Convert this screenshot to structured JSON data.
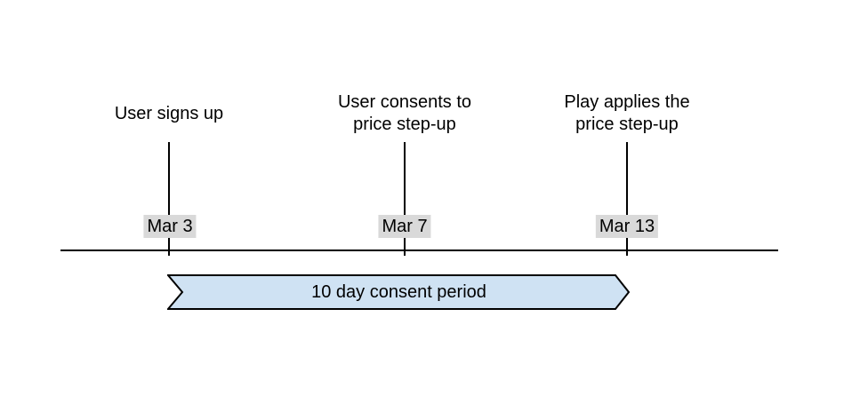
{
  "diagram": {
    "type": "timeline",
    "events": [
      {
        "label": "User signs up",
        "date": "Mar 3"
      },
      {
        "label": "User consents to\nprice step-up",
        "date": "Mar 7"
      },
      {
        "label": "Play applies the\nprice step-up",
        "date": "Mar 13"
      }
    ],
    "period_banner": {
      "label": "10 day consent period"
    },
    "colors": {
      "background": "#ffffff",
      "line": "#000000",
      "text": "#000000",
      "date_label_bg": "#d9d9d9",
      "banner_fill": "#cfe2f3",
      "banner_stroke": "#000000"
    }
  }
}
